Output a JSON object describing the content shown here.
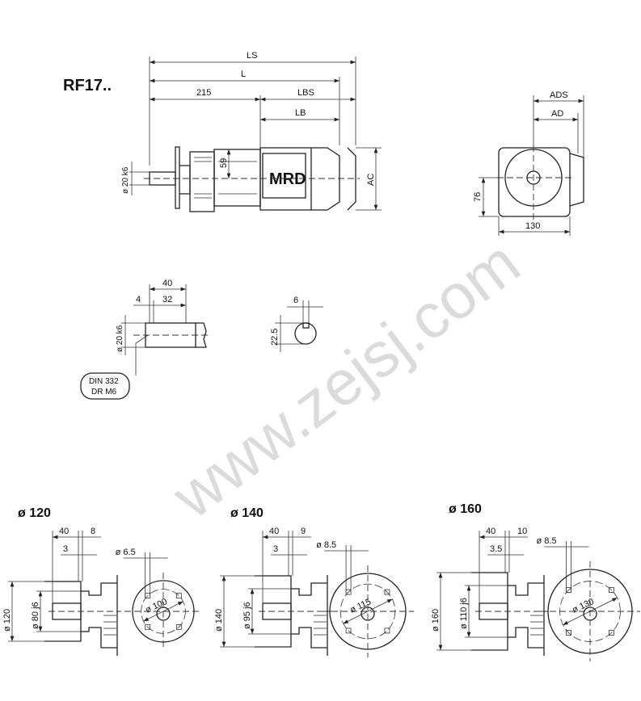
{
  "model_title": "RF17..",
  "main_view": {
    "dims": {
      "ls": "LS",
      "l": "L",
      "d215": "215",
      "lbs": "LBS",
      "lb": "LB",
      "ac": "AC",
      "d59": "59",
      "shaft": "ø 20 k6"
    },
    "motor_label": "MRD"
  },
  "side_view": {
    "ads": "ADS",
    "ad": "AD",
    "d76": "76",
    "d130": "130"
  },
  "shaft_detail": {
    "d40": "40",
    "d4": "4",
    "d32": "32",
    "shaft": "ø 20 k6",
    "note_line1": "DIN 332",
    "note_line2": "DR M6"
  },
  "key_detail": {
    "d6": "6",
    "d22_5": "22.5"
  },
  "flanges": [
    {
      "title": "ø 120",
      "d40": "40",
      "d_right": "8",
      "d_small": "3",
      "hole": "ø 6.5",
      "outer": "ø 120",
      "spigot": "ø 80 j6",
      "pcd": "ø 100"
    },
    {
      "title": "ø 140",
      "d40": "40",
      "d_right": "9",
      "d_small": "3",
      "hole": "ø 8.5",
      "outer": "ø 140",
      "spigot": "ø 95 j6",
      "pcd": "ø 115"
    },
    {
      "title": "ø 160",
      "d40": "40",
      "d_right": "10",
      "d_small": "3.5",
      "hole": "ø 8.5",
      "outer": "ø 160",
      "spigot": "ø 110 j6",
      "pcd": "ø 130"
    }
  ],
  "watermark": "www.zejsj.com"
}
